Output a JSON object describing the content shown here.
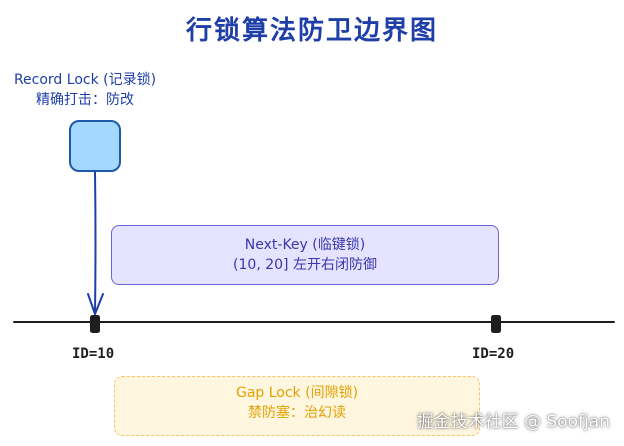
{
  "title": "行锁算法防卫边界图",
  "record_lock": {
    "line1": "Record Lock (记录锁)",
    "line2": "精确打击：防改"
  },
  "next_key": {
    "line1": "Next-Key (临键锁)",
    "line2": "(10, 20] 左开右闭防御"
  },
  "gap_lock": {
    "line1": "Gap Lock (间隙锁)",
    "line2": "禁防塞：治幻读"
  },
  "ids": {
    "id10": "ID=10",
    "id20": "ID=20"
  },
  "watermark": "掘金技术社区 @ Soofjan",
  "colors": {
    "title": "#1e3fa8",
    "record_fill": "#a5d8ff",
    "nextkey_fill": "#e5e3ff",
    "gap_fill": "#fff6e0",
    "gap_border": "#f3c46a"
  }
}
